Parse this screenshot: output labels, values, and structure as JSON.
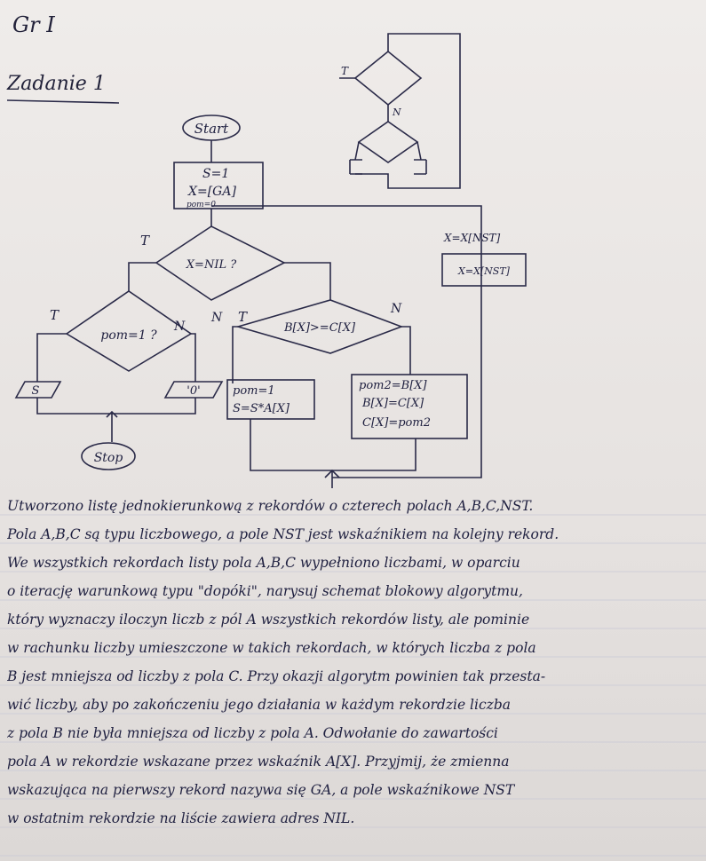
{
  "header": {
    "group": "Gr I",
    "task": "Zadanie 1"
  },
  "flowchart": {
    "start": "Start",
    "init_s": "S=1",
    "init_x": "X=[GA]",
    "init_pom": "pom=0",
    "cond_nil": "X=NIL ?",
    "cond_pom": "pom=1 ?",
    "cond_bc": "B[X]>=C[X]",
    "yes": "T",
    "no": "N",
    "out_s": "S",
    "out_zero": "'0'",
    "proc_pom": "pom=1",
    "proc_s": "S=S*A[X]",
    "swap1": "pom2=B[X]",
    "swap2": "B[X]=C[X]",
    "swap3": "C[X]=pom2",
    "next_label": "X=X[NST]",
    "next_box": "X=X[NST]",
    "stop": "Stop"
  },
  "text_lines": [
    "Utworzono listę jednokierunkową z rekordów o czterech polach A,B,C,NST.",
    "Pola A,B,C są typu liczbowego, a pole NST jest wskaźnikiem na kolejny rekord.",
    "We wszystkich rekordach listy pola A,B,C wypełniono liczbami, w oparciu",
    "o iterację warunkową typu \"dopóki\", narysuj schemat blokowy algorytmu,",
    "który wyznaczy iloczyn liczb z pól A wszystkich rekordów listy, ale pominie",
    "w rachunku liczby umieszczone w takich rekordach, w których liczba z pola",
    "B jest mniejsza od liczby z pola C. Przy okazji algorytm powinien tak przesta-",
    "wić liczby, aby po zakończeniu jego działania w każdym rekordzie liczba",
    "z pola B nie była mniejsza od liczby z pola A. Odwołanie do zawartości",
    "pola A w rekordzie wskazane przez wskaźnik A[X]. Przyjmij, że zmienna",
    "wskazująca na pierwszy rekord nazywa się GA, a pole wskaźnikowe NST",
    "w ostatnim rekordzie na liście zawiera adres NIL."
  ]
}
